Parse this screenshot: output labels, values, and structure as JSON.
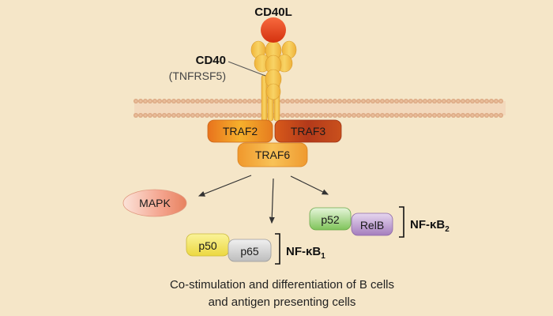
{
  "ligand": {
    "label": "CD40L",
    "color": "#e8401c"
  },
  "receptor": {
    "name": "CD40",
    "alias": "(TNFRSF5)",
    "color": "#f3c04a"
  },
  "adaptors": {
    "traf2": {
      "label": "TRAF2",
      "color": "#f2a623"
    },
    "traf3": {
      "label": "TRAF3",
      "color": "#c4471c"
    },
    "traf6": {
      "label": "TRAF6",
      "color": "#f4aa3c"
    }
  },
  "pathways": {
    "mapk": {
      "label": "MAPK",
      "color": "#f4a48e"
    },
    "canonical": {
      "p50": {
        "label": "p50",
        "color": "#f3ea70"
      },
      "p65": {
        "label": "p65",
        "color": "#d2d2d2"
      },
      "complex_prefix": "NF-κB",
      "complex_sub": "1"
    },
    "noncanonical": {
      "p52": {
        "label": "p52",
        "color": "#8fce6a"
      },
      "relb": {
        "label": "RelB",
        "color": "#b08ac8"
      },
      "complex_prefix": "NF-κB",
      "complex_sub": "2"
    }
  },
  "caption": {
    "line1": "Co-stimulation and differentiation of B cells",
    "line2": "and antigen presenting cells"
  }
}
